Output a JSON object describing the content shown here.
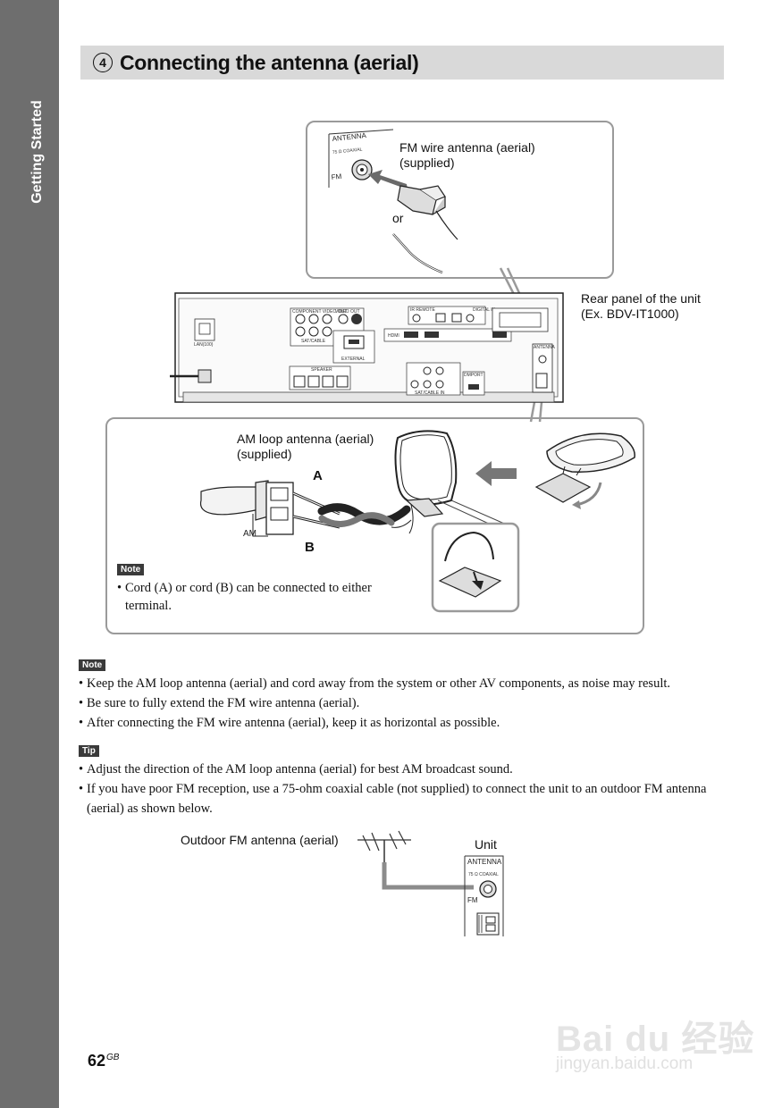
{
  "side_tab": {
    "label": "Getting Started"
  },
  "section": {
    "number": "4",
    "title": "Connecting the antenna (aerial)"
  },
  "figure": {
    "fm_label_line1": "FM wire antenna (aerial)",
    "fm_label_line2": "(supplied)",
    "or_label": "or",
    "rear_label_line1": "Rear panel of the unit",
    "rear_label_line2": "(Ex. BDV-IT1000)",
    "am_label_line1": "AM loop antenna (aerial)",
    "am_label_line2": "(supplied)",
    "cord_a": "A",
    "cord_b": "B",
    "am_terminal": "AM",
    "antenna_panel_title": "ANTENNA",
    "antenna_panel_coax": "75 Ω COAXIAL",
    "antenna_panel_fm": "FM",
    "inner_note_badge": "Note",
    "inner_note_text": "Cord (A) or cord (B) can be connected to either terminal."
  },
  "rear_panel": {
    "labels": [
      "COMPONENT VIDEO OUT",
      "VIDEO OUT",
      "IR REMOTE",
      "DIGITAL IN",
      "SAT/CABLE",
      "HDMI",
      "SPEAKER",
      "EXTERNAL",
      "LAN(100)",
      "DMPORT",
      "SAT/CABLE IN",
      "ANTENNA"
    ]
  },
  "notes": {
    "badge": "Note",
    "items": [
      "Keep the AM loop antenna (aerial) and cord away from the system or other AV components, as noise may result.",
      "Be sure to fully extend the FM wire antenna (aerial).",
      "After connecting the FM wire antenna (aerial), keep it as horizontal as possible."
    ]
  },
  "tips": {
    "badge": "Tip",
    "items": [
      "Adjust the direction of the AM loop antenna (aerial) for best AM broadcast sound.",
      "If you have poor FM reception, use a 75-ohm coaxial cable (not supplied) to connect the unit to an outdoor FM antenna (aerial) as shown below."
    ]
  },
  "outdoor": {
    "antenna_label": "Outdoor FM antenna (aerial)",
    "unit_label": "Unit"
  },
  "page": {
    "number": "62",
    "suffix": "GB"
  },
  "watermark": {
    "main": "Bai du 经验",
    "sub": "jingyan.baidu.com"
  },
  "colors": {
    "side_tab": "#6e6e6e",
    "header_bg": "#d9d9d9",
    "box_border": "#9a9a9a",
    "cable": "#8c8c8c"
  }
}
